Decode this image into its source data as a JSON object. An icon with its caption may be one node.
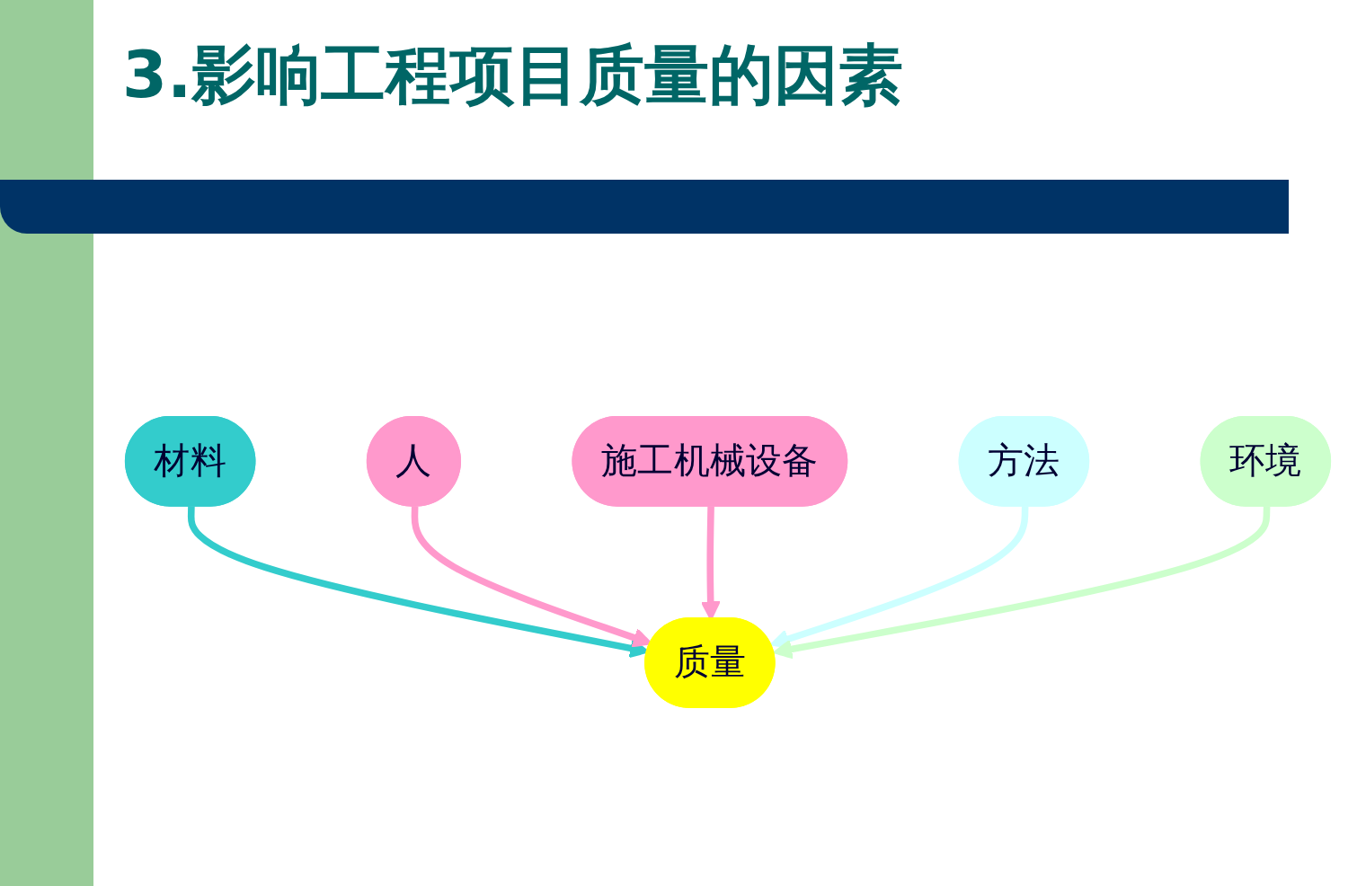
{
  "diagram": {
    "title": "3.影响工程项目质量的因素",
    "nodes": [
      {
        "text": [
          "材料"
        ]
      },
      {
        "text": [
          "人"
        ]
      },
      {
        "text": [
          "施工机械设备"
        ]
      },
      {
        "text": [
          "质量"
        ]
      },
      {
        "text": [
          "方法"
        ]
      },
      {
        "text": [
          "环境"
        ]
      }
    ],
    "edges": [
      {
        "from": 0,
        "to": 3,
        "arrow": "to",
        "color": "#33cccc"
      },
      {
        "from": 1,
        "to": 3,
        "arrow": "to",
        "color": "#ff99cc"
      },
      {
        "from": 2,
        "to": 3,
        "arrow": "to",
        "color": "#ff99cc"
      },
      {
        "from": 4,
        "to": 3,
        "arrow": "to",
        "color": "#ccffff"
      },
      {
        "from": 5,
        "to": 3,
        "arrow": "to",
        "color": "#ccffcc"
      }
    ]
  }
}
